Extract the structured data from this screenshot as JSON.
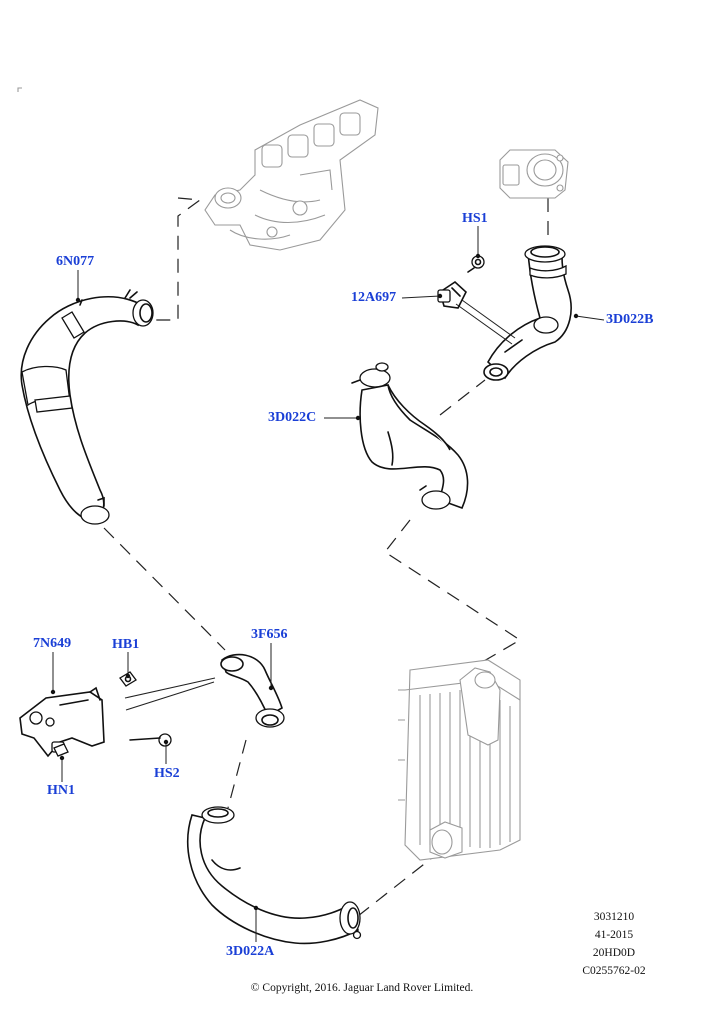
{
  "labels": {
    "p6N077": "6N077",
    "pHS1": "HS1",
    "p12A697": "12A697",
    "p3D022B": "3D022B",
    "p3D022C": "3D022C",
    "p7N649": "7N649",
    "pHB1": "HB1",
    "p3F656": "3F656",
    "pHS2": "HS2",
    "pHN1": "HN1",
    "p3D022A": "3D022A"
  },
  "meta": {
    "line1": "3031210",
    "line2": "41-2015",
    "line3": "20HD0D",
    "line4": "C0255762-02"
  },
  "copyright": "© Copyright, 2016. Jaguar Land Rover Limited.",
  "colors": {
    "label": "#1a3fd6",
    "line": "#111111",
    "context_part": "#9a9a9a"
  }
}
